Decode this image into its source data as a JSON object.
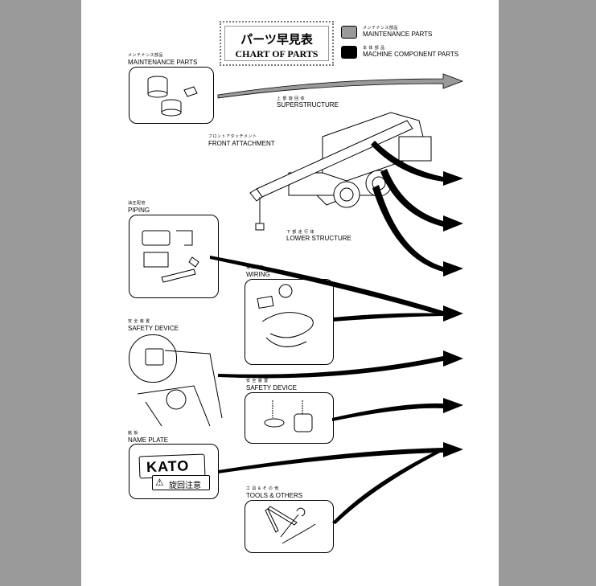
{
  "title": {
    "jp": "パーツ早見表",
    "en": "CHART OF PARTS"
  },
  "legend": [
    {
      "jp": "メンテナンス部品",
      "en": "MAINTENANCE PARTS",
      "color": "#9a9a9a"
    },
    {
      "jp": "本 体 部 品",
      "en": "MACHINE COMPONENT PARTS",
      "color": "#000000"
    }
  ],
  "sections": {
    "maintenance": {
      "jp": "メンテナンス部品",
      "en": "MAINTENANCE PARTS"
    },
    "superstructure": {
      "jp": "上 部 旋 回 体",
      "en": "SUPERSTRUCTURE"
    },
    "front_attachment": {
      "jp": "フロントアタッチメント",
      "en": "FRONT ATTACHMENT"
    },
    "lower_structure": {
      "jp": "下 部 走 行 体",
      "en": "LOWER STRUCTURE"
    },
    "piping": {
      "jp": "油圧配管",
      "en": "PIPING"
    },
    "wiring": {
      "jp": "電気配線",
      "en": "WIRING"
    },
    "safety_device_1": {
      "jp": "安 全 装 置",
      "en": "SAFETY DEVICE"
    },
    "safety_device_2": {
      "jp": "安 全 装 置",
      "en": "SAFETY DEVICE"
    },
    "name_plate": {
      "jp": "銘 板",
      "en": "NAME PLATE"
    },
    "tools": {
      "jp": "工 具 & そ の 他",
      "en": "TOOLS & OTHERS"
    }
  },
  "nameplate": {
    "brand": "KATO",
    "warning": "旋回注意"
  },
  "colors": {
    "maintenance_arrow": "#9a9a9a",
    "component_arrow": "#000000",
    "background": "#9a9a9a"
  }
}
